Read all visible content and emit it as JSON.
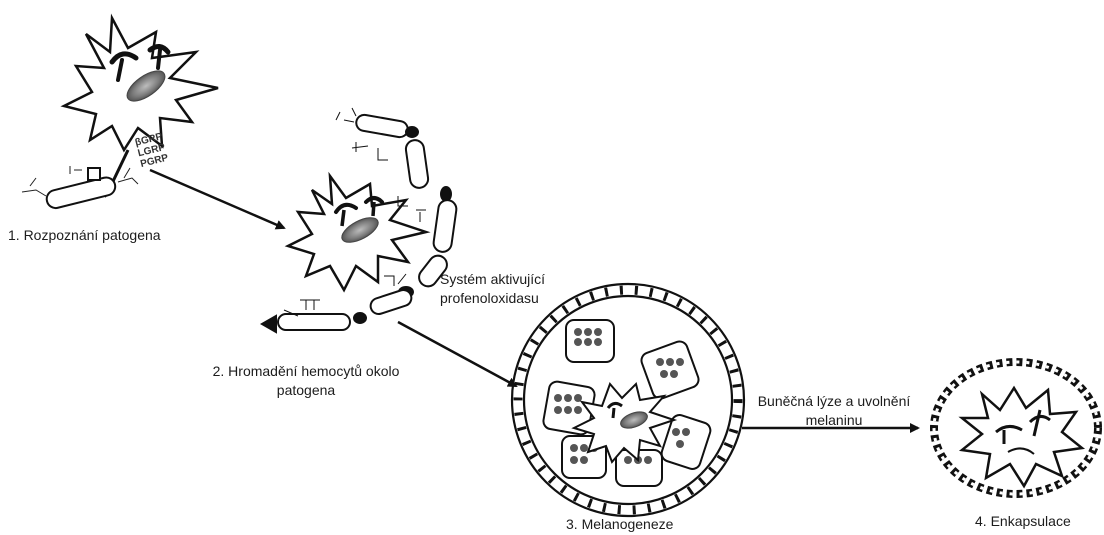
{
  "receptors": [
    "βGRP",
    "LGRP",
    "PGRP"
  ],
  "steps": {
    "recognition": "1. Rozpoznání patogena",
    "accumulation_line1": "2. Hromadění hemocytů okolo",
    "accumulation_line2": "patogena",
    "melanogenesis": "3. Melanogeneze",
    "encapsulation": "4. Enkapsulace"
  },
  "annotations": {
    "propo_line1": "Systém aktivující",
    "propo_line2": "profenoloxidasu",
    "lysis_line1": "Buněčná lýze a uvolnění",
    "lysis_line2": "melaninu"
  }
}
